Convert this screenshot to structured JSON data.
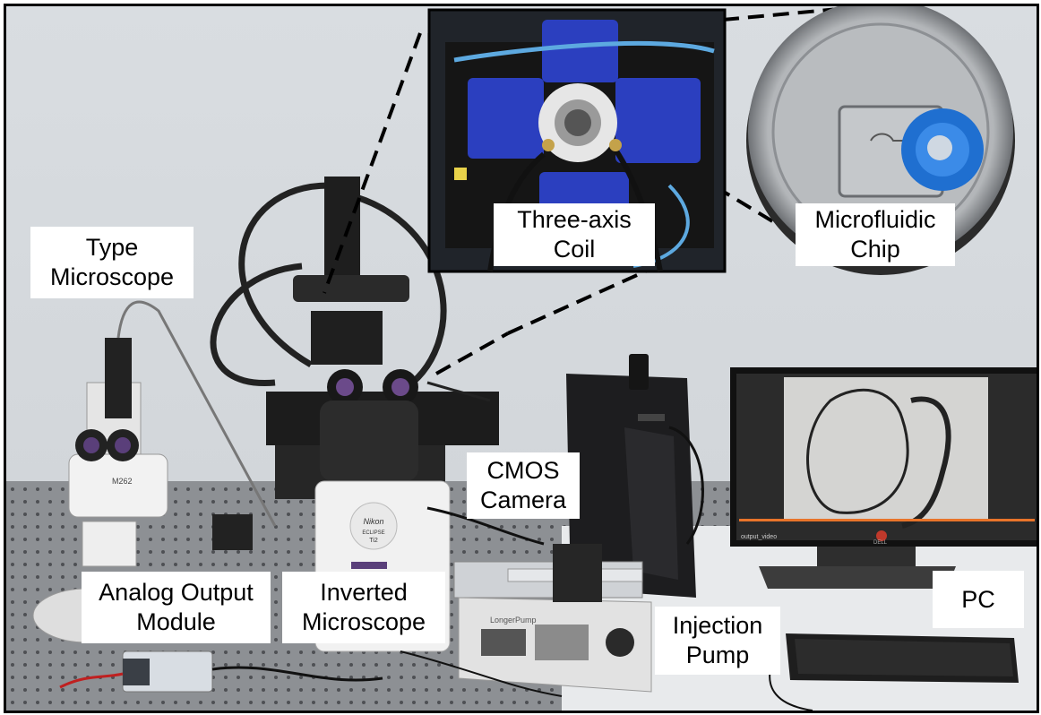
{
  "labels": {
    "type_microscope": [
      "Type",
      "Microscope"
    ],
    "three_axis_coil": [
      "Three-axis",
      "Coil"
    ],
    "microfluidic_chip": [
      "Microfluidic",
      "Chip"
    ],
    "cmos_camera": [
      "CMOS",
      "Camera"
    ],
    "analog_output_module": [
      "Analog Output",
      "Module"
    ],
    "inverted_microscope": [
      "Inverted",
      "Microscope"
    ],
    "injection_pump": [
      "Injection",
      "Pump"
    ],
    "pc": [
      "PC"
    ]
  },
  "equipment_text": {
    "stereo_brand": "M262",
    "nikon_brand": "Nikon",
    "nikon_model": "ECLIPSE",
    "nikon_model_num": "Ti2",
    "pump_brand": "LongerPump",
    "monitor_brand": "DELL",
    "player_title": "output_video"
  },
  "colors": {
    "label_bg": "#ffffff",
    "frame_border": "#000000",
    "coil_holder": "#2b3fbf",
    "player_progress": "#e8742a"
  }
}
